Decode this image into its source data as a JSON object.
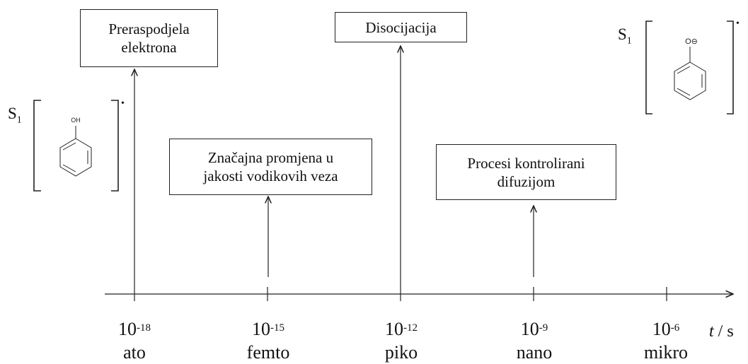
{
  "timeline": {
    "axis_unit": {
      "symbol": "t",
      "separator": " / ",
      "unit": "s"
    },
    "ticks": [
      {
        "mantissa": "10",
        "exponent": "-18",
        "prefix": "ato"
      },
      {
        "mantissa": "10",
        "exponent": "-15",
        "prefix": "femto"
      },
      {
        "mantissa": "10",
        "exponent": "-12",
        "prefix": "piko"
      },
      {
        "mantissa": "10",
        "exponent": "-9",
        "prefix": "nano"
      },
      {
        "mantissa": "10",
        "exponent": "-6",
        "prefix": "mikro"
      }
    ]
  },
  "events": [
    {
      "line1": "Preraspodjela",
      "line2": "elektrona",
      "tick": "10^-18"
    },
    {
      "line1": "Značajna promjena u",
      "line2": "jakosti vodikovih veza",
      "tick": "10^-15"
    },
    {
      "line1": "Disocijacija",
      "line2": "",
      "tick": "10^-12"
    },
    {
      "line1": "Procesi kontrolirani",
      "line2": "difuzijom",
      "tick": "10^-9"
    }
  ],
  "species": {
    "left": {
      "state": "S",
      "state_index": "1",
      "molecule": "phenol",
      "group_label": "OH",
      "charge": "•"
    },
    "right": {
      "state": "S",
      "state_index": "1",
      "molecule": "phenoxide",
      "group_label": "O⊖",
      "charge": "•"
    }
  }
}
